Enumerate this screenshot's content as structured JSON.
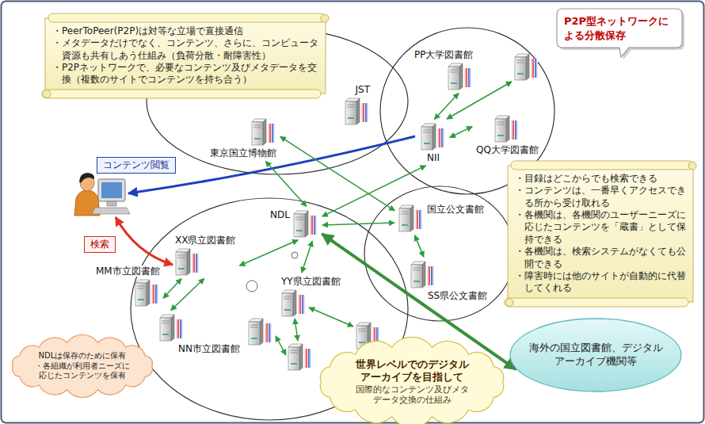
{
  "diagram": {
    "title": "P2P型ネットワークによる分散保存",
    "nodes": [
      {
        "text": [
          "・PeerToPeer(P2P)は対等な立場で直接通信",
          "・メタデータだけでなく、コンテンツ、さらに、コンピュータ資源も共有しあう仕組み（負荷分散・耐障害性）",
          "・P2Pネットワークで、必要なコンテンツ及びメタデータを交換（複数のサイトでコンテンツを持ち合う）"
        ]
      },
      {
        "text": [
          "JST"
        ]
      },
      {
        "text": [
          "東京国立博物館"
        ]
      },
      {
        "text": [
          "PP大学図書館"
        ]
      },
      {
        "text": [
          "NII"
        ]
      },
      {
        "text": [
          "QQ大学図書館"
        ]
      },
      {
        "text": [
          "コンテンツ閲覧"
        ]
      },
      {
        "text": [
          "・目録はどこからでも検索できる",
          "・コンテンツは、一番早くアクセスできる所から受け取れる",
          "・各機関は、各機関のユーザーニーズに応じたコンテンツを「蔵書」として保持できる",
          "・各機関は、検索システムがなくても公開できる",
          "・障害時には他のサイトが自動的に代替してくれる"
        ]
      },
      {
        "text": [
          "国立公文書館"
        ]
      },
      {
        "text": [
          "NDL"
        ]
      },
      {
        "text": [
          "XX県立図書館"
        ]
      },
      {
        "text": [
          "検索"
        ]
      },
      {
        "text": [
          "MM市立図書館"
        ]
      },
      {
        "text": [
          "YY県立図書館"
        ]
      },
      {
        "text": [
          "SS県公文書館"
        ]
      },
      {
        "text": [
          "NN市立図書館"
        ]
      },
      {
        "text": [
          "海外の国立図書館、デジタルアーカイブ機関等"
        ]
      },
      {
        "text": [
          "NDLは保存のために保有",
          "・各組織が利用者ニーズに応じたコンテンツを保有"
        ]
      },
      {
        "text": [
          "世界レベルでのデジタルアーカイブを目指して",
          "国際的なコンテンツ及びメタデータ交換の仕組み"
        ]
      }
    ],
    "edges": [
      {
        "from": 2,
        "to": 9,
        "arrow": "both"
      },
      {
        "from": 2,
        "to": 8,
        "arrow": "both"
      },
      {
        "from": 4,
        "to": 9,
        "arrow": "both"
      },
      {
        "from": 4,
        "to": 3,
        "arrow": "both"
      },
      {
        "from": 4,
        "to": 5,
        "arrow": "both"
      },
      {
        "from": 9,
        "to": 8,
        "arrow": "both"
      },
      {
        "from": 9,
        "to": 10,
        "arrow": "both"
      },
      {
        "from": 9,
        "to": 13,
        "arrow": "both"
      },
      {
        "from": 10,
        "to": 12,
        "arrow": "both"
      },
      {
        "from": 10,
        "to": 15,
        "arrow": "both"
      },
      {
        "from": 8,
        "to": 14,
        "arrow": "both"
      },
      {
        "from": 9,
        "to": 16,
        "arrow": "both"
      }
    ]
  }
}
